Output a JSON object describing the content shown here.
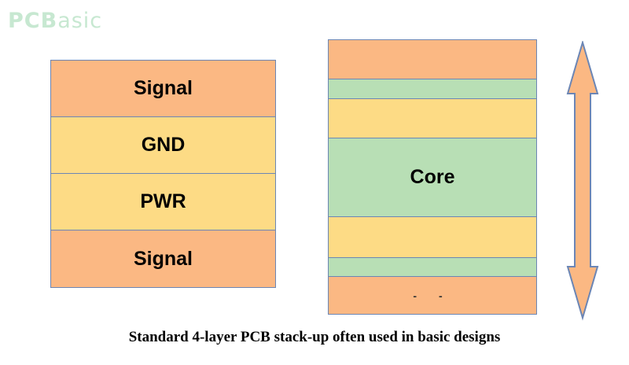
{
  "logo": {
    "text_bold": "PCB",
    "text_light": "asic"
  },
  "left_stack": {
    "layers": [
      {
        "label": "Signal",
        "color": "#fbb883"
      },
      {
        "label": "GND",
        "color": "#fddb85"
      },
      {
        "label": "PWR",
        "color": "#fddb85"
      },
      {
        "label": "Signal",
        "color": "#fbb883"
      }
    ]
  },
  "right_stack": {
    "layers": [
      {
        "label": "",
        "color": "#fbb883"
      },
      {
        "label": "",
        "color": "#b8dfb5"
      },
      {
        "label": "",
        "color": "#fddb85"
      },
      {
        "label": "Core",
        "color": "#b8dfb5"
      },
      {
        "label": "",
        "color": "#fddb85"
      },
      {
        "label": "",
        "color": "#b8dfb5"
      },
      {
        "label": "- -",
        "color": "#fbb883"
      }
    ]
  },
  "arrow": {
    "color": "#fbb883",
    "stroke": "#6b86b5"
  },
  "caption": "Standard 4-layer PCB stack-up often used in basic designs"
}
